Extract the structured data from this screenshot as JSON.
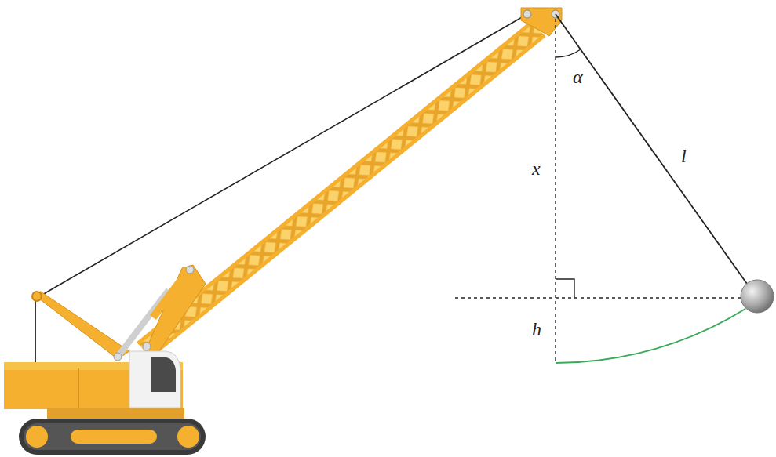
{
  "diagram": {
    "labels": [
      "α",
      "x",
      "l",
      "h"
    ]
  }
}
